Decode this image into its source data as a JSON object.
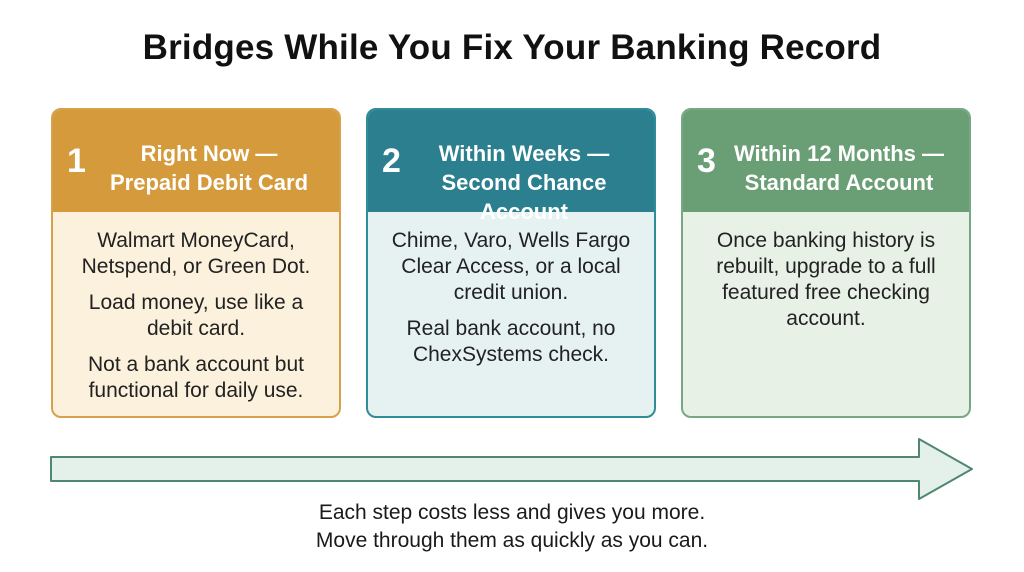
{
  "title": "Bridges While You Fix Your Banking Record",
  "steps": [
    {
      "number": "1",
      "title_line1": "Right Now —",
      "title_line2": "Prepaid Debit Card",
      "paragraphs": [
        "Walmart MoneyCard, Netspend, or Green Dot.",
        "Load money, use like a debit card.",
        "Not a bank account but functional for daily use."
      ],
      "color": "#d49a3c"
    },
    {
      "number": "2",
      "title_line1": "Within Weeks —",
      "title_line2": "Second Chance Account",
      "paragraphs": [
        "Chime, Varo, Wells Fargo Clear Access, or a local credit union.",
        "Real bank account, no ChexSystems check."
      ],
      "color": "#2b7f8e"
    },
    {
      "number": "3",
      "title_line1": "Within 12 Months —",
      "title_line2": "Standard Account",
      "paragraphs": [
        "Once banking history is rebuilt, upgrade to a full featured free checking account."
      ],
      "color": "#6a9e75"
    }
  ],
  "caption": {
    "line1": "Each step costs less and gives you more.",
    "line2": "Move through them as quickly as you can."
  },
  "colors": {
    "arrow_fill": "#e4f0ea",
    "arrow_stroke": "#4f8772"
  }
}
